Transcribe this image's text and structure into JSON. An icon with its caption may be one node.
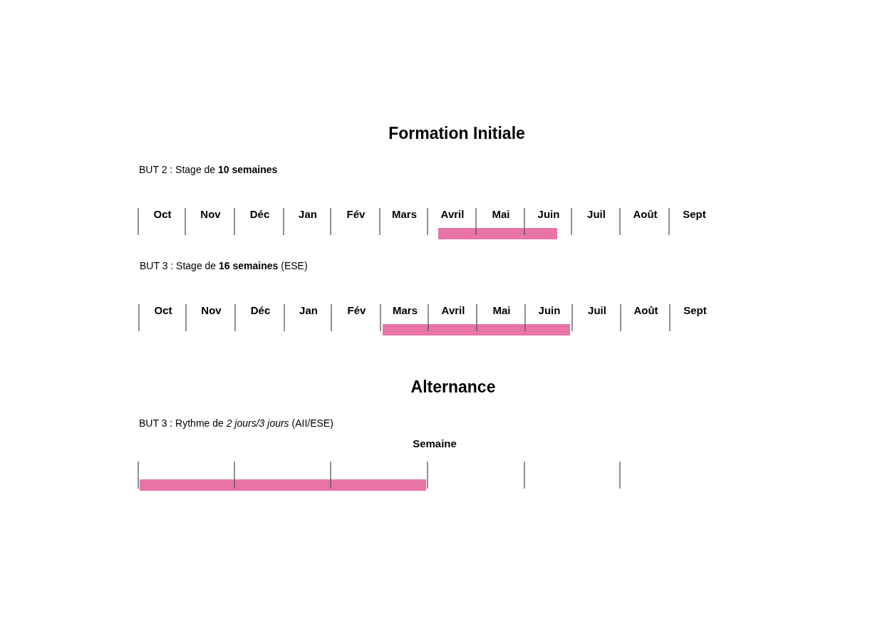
{
  "diagram": {
    "nodes": [
      {
        "text": [],
        "shape": "bar"
      },
      {
        "text": [],
        "shape": "bar"
      },
      {
        "text": [],
        "shape": "bar"
      }
    ],
    "labels": [
      "Formation Initiale",
      "BUT 2 : Stage de **10 semaines**",
      "Oct",
      "Nov",
      "Déc",
      "Jan",
      "Fév",
      "Mars",
      "Avril",
      "Mai",
      "Juin",
      "Juil",
      "Août",
      "Sept",
      "BUT 3 : Stage de **16 semaines** (ESE)",
      "Oct",
      "Nov",
      "Déc",
      "Jan",
      "Fév",
      "Mars",
      "Avril",
      "Mai",
      "Juin",
      "Juil",
      "Août",
      "Sept",
      "Alternance",
      "BUT 3 : Rythme de *2 jours/3 jours* (AII/ESE)",
      "Semaine"
    ]
  }
}
